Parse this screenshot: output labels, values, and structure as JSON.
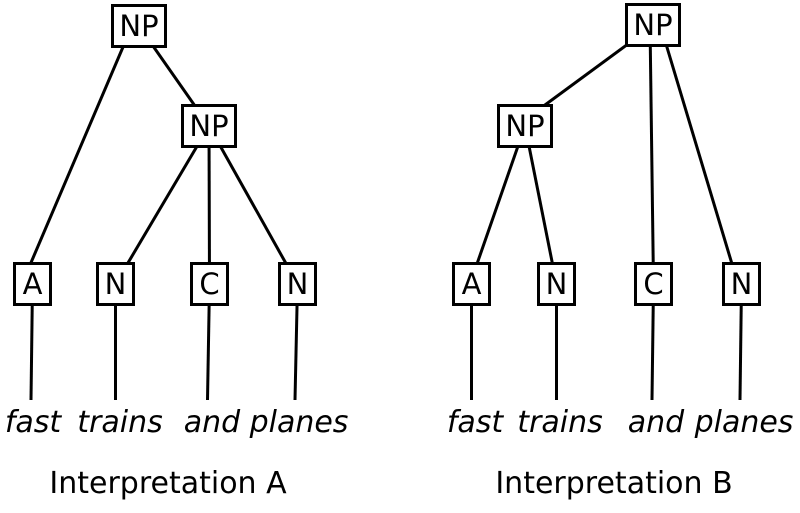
{
  "diagram": {
    "colors": {
      "line": "#000000",
      "text": "#000000",
      "background": "#ffffff"
    },
    "trees": [
      {
        "caption": "Interpretation A",
        "root": {
          "label": "NP",
          "children": [
            {
              "label": "A",
              "word": "fast"
            },
            {
              "label": "NP",
              "children": [
                {
                  "label": "N",
                  "word": "trains"
                },
                {
                  "label": "C",
                  "word": "and"
                },
                {
                  "label": "N",
                  "word": "planes"
                }
              ]
            }
          ]
        }
      },
      {
        "caption": "Interpretation B",
        "root": {
          "label": "NP",
          "children": [
            {
              "label": "NP",
              "children": [
                {
                  "label": "A",
                  "word": "fast"
                },
                {
                  "label": "N",
                  "word": "trains"
                }
              ]
            },
            {
              "label": "C",
              "word": "and"
            },
            {
              "label": "N",
              "word": "planes"
            }
          ]
        }
      }
    ]
  }
}
